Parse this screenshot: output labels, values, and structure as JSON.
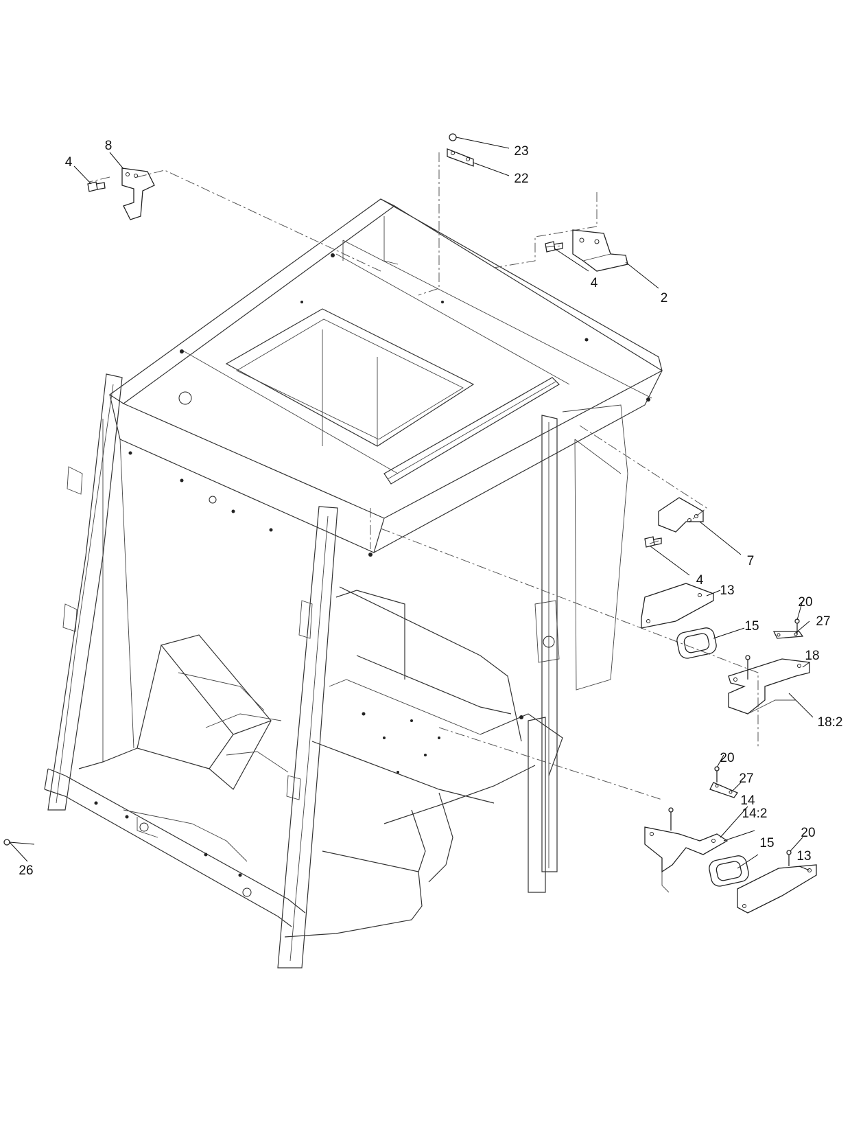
{
  "diagram": {
    "callouts": [
      {
        "id": "c4a",
        "text": "4"
      },
      {
        "id": "c8",
        "text": "8"
      },
      {
        "id": "c23",
        "text": "23"
      },
      {
        "id": "c22",
        "text": "22"
      },
      {
        "id": "c4b",
        "text": "4"
      },
      {
        "id": "c2",
        "text": "2"
      },
      {
        "id": "c7",
        "text": "7"
      },
      {
        "id": "c4c",
        "text": "4"
      },
      {
        "id": "c13a",
        "text": "13"
      },
      {
        "id": "c20a",
        "text": "20"
      },
      {
        "id": "c27a",
        "text": "27"
      },
      {
        "id": "c15a",
        "text": "15"
      },
      {
        "id": "c18",
        "text": "18"
      },
      {
        "id": "c182",
        "text": "18:2"
      },
      {
        "id": "c20b",
        "text": "20"
      },
      {
        "id": "c27b",
        "text": "27"
      },
      {
        "id": "c14",
        "text": "14"
      },
      {
        "id": "c142",
        "text": "14:2"
      },
      {
        "id": "c15b",
        "text": "15"
      },
      {
        "id": "c20c",
        "text": "20"
      },
      {
        "id": "c13b",
        "text": "13"
      },
      {
        "id": "c26",
        "text": "26"
      }
    ]
  }
}
